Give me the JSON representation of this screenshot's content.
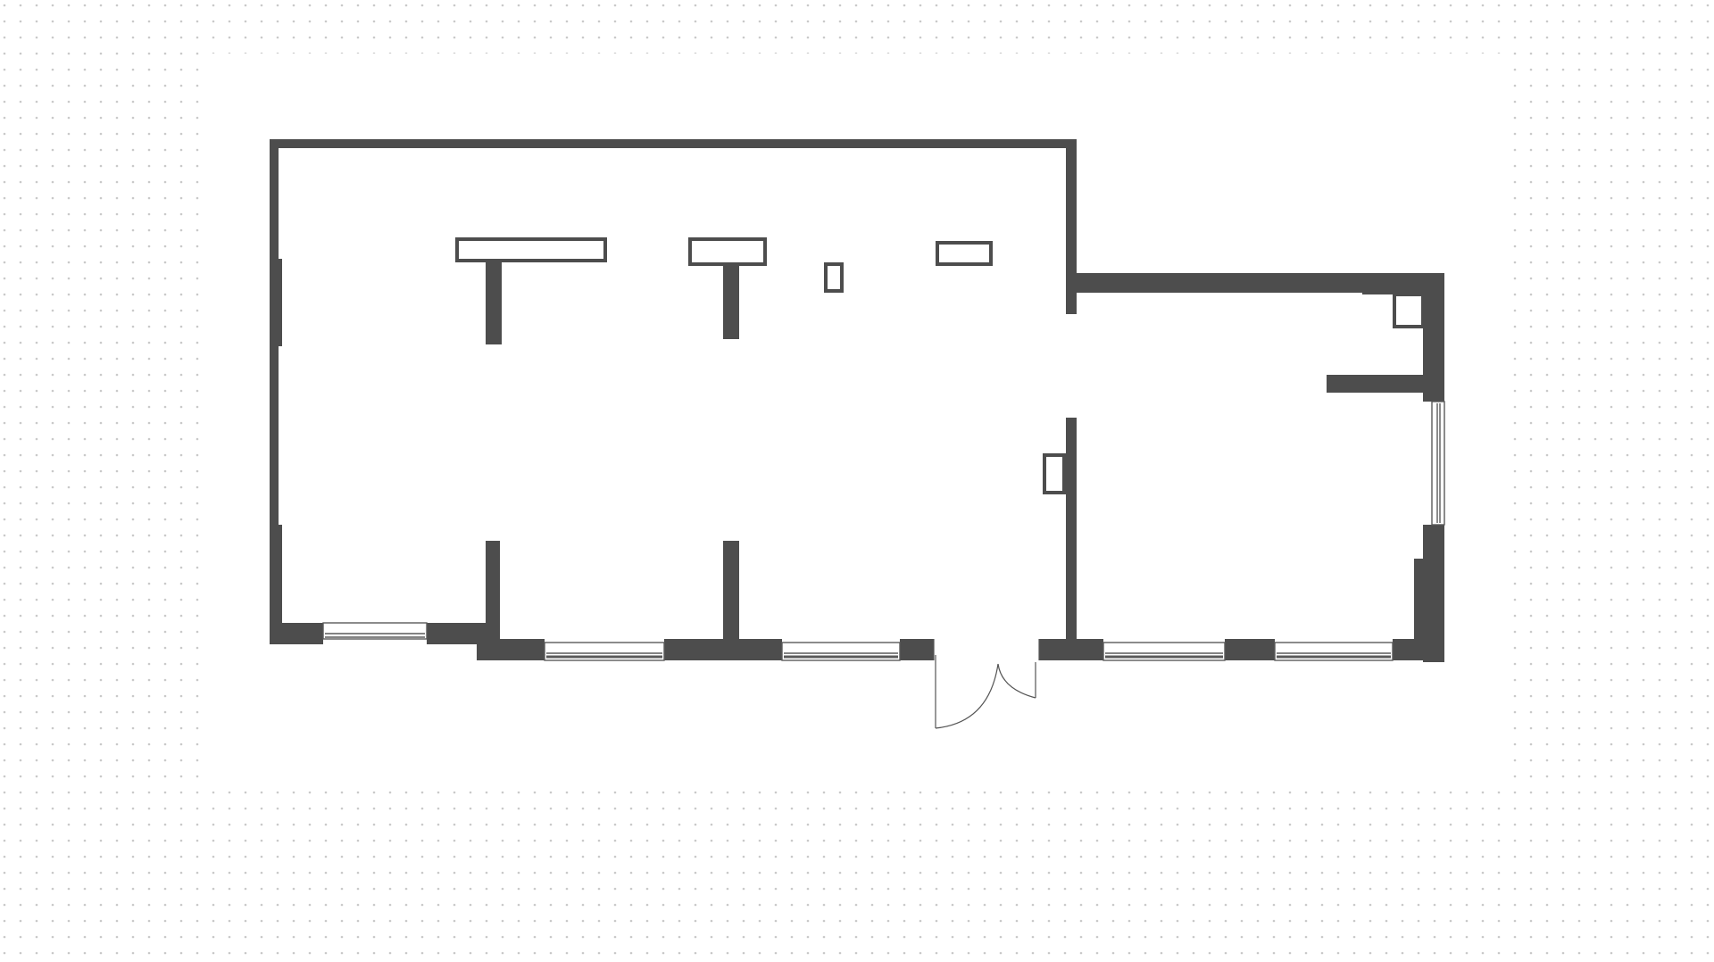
{
  "colors": {
    "background": "#ffffff",
    "grid_dot": "#c9c9c9",
    "wall": "#4d4d4d",
    "window_frame": "#5a5a5a",
    "door_line": "#555555"
  },
  "layers": {
    "dot_grid": "visible",
    "walls": "visible",
    "windows": "visible",
    "door": "visible",
    "fixtures": "visible"
  }
}
